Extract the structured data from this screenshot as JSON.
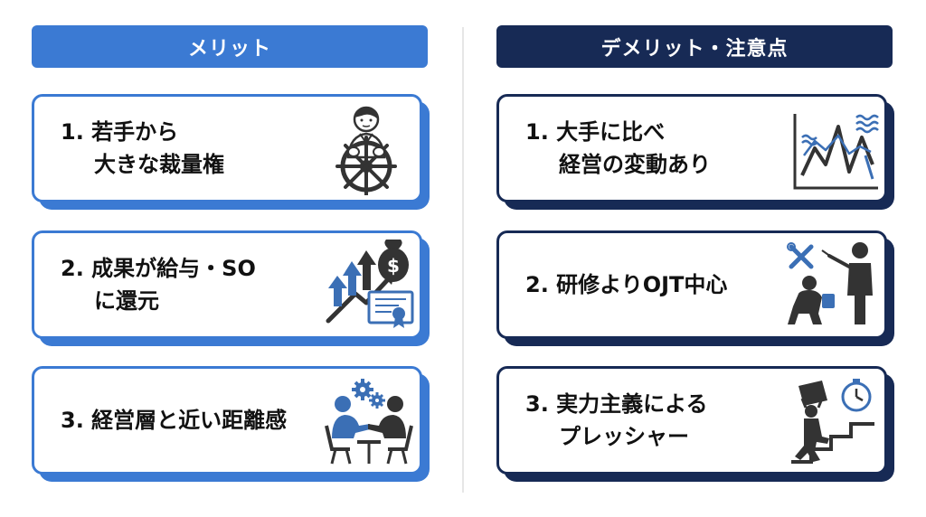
{
  "merit": {
    "title": "メリット",
    "items": [
      {
        "line1": "1. 若手から",
        "line2": "大きな裁量権",
        "icon": "helmsman-icon"
      },
      {
        "line1": "2. 成果が給与・SO",
        "line2": "に還元",
        "icon": "growth-money-certificate-icon"
      },
      {
        "line1": "3. 経営層と近い距離感",
        "line2": "",
        "icon": "meeting-gears-icon"
      }
    ]
  },
  "demerit": {
    "title": "デメリット・注意点",
    "items": [
      {
        "line1": "1. 大手に比べ",
        "line2": "経営の変動あり",
        "icon": "volatile-chart-icon"
      },
      {
        "line1": "2. 研修よりOJT中心",
        "line2": "",
        "icon": "ojt-training-icon"
      },
      {
        "line1": "3. 実力主義による",
        "line2": "プレッシャー",
        "icon": "pressure-stairs-icon"
      }
    ]
  },
  "colors": {
    "merit_accent": "#3b7ad3",
    "demerit_accent": "#172a55",
    "icon_blue": "#3b6fb5",
    "icon_dark": "#333333"
  }
}
